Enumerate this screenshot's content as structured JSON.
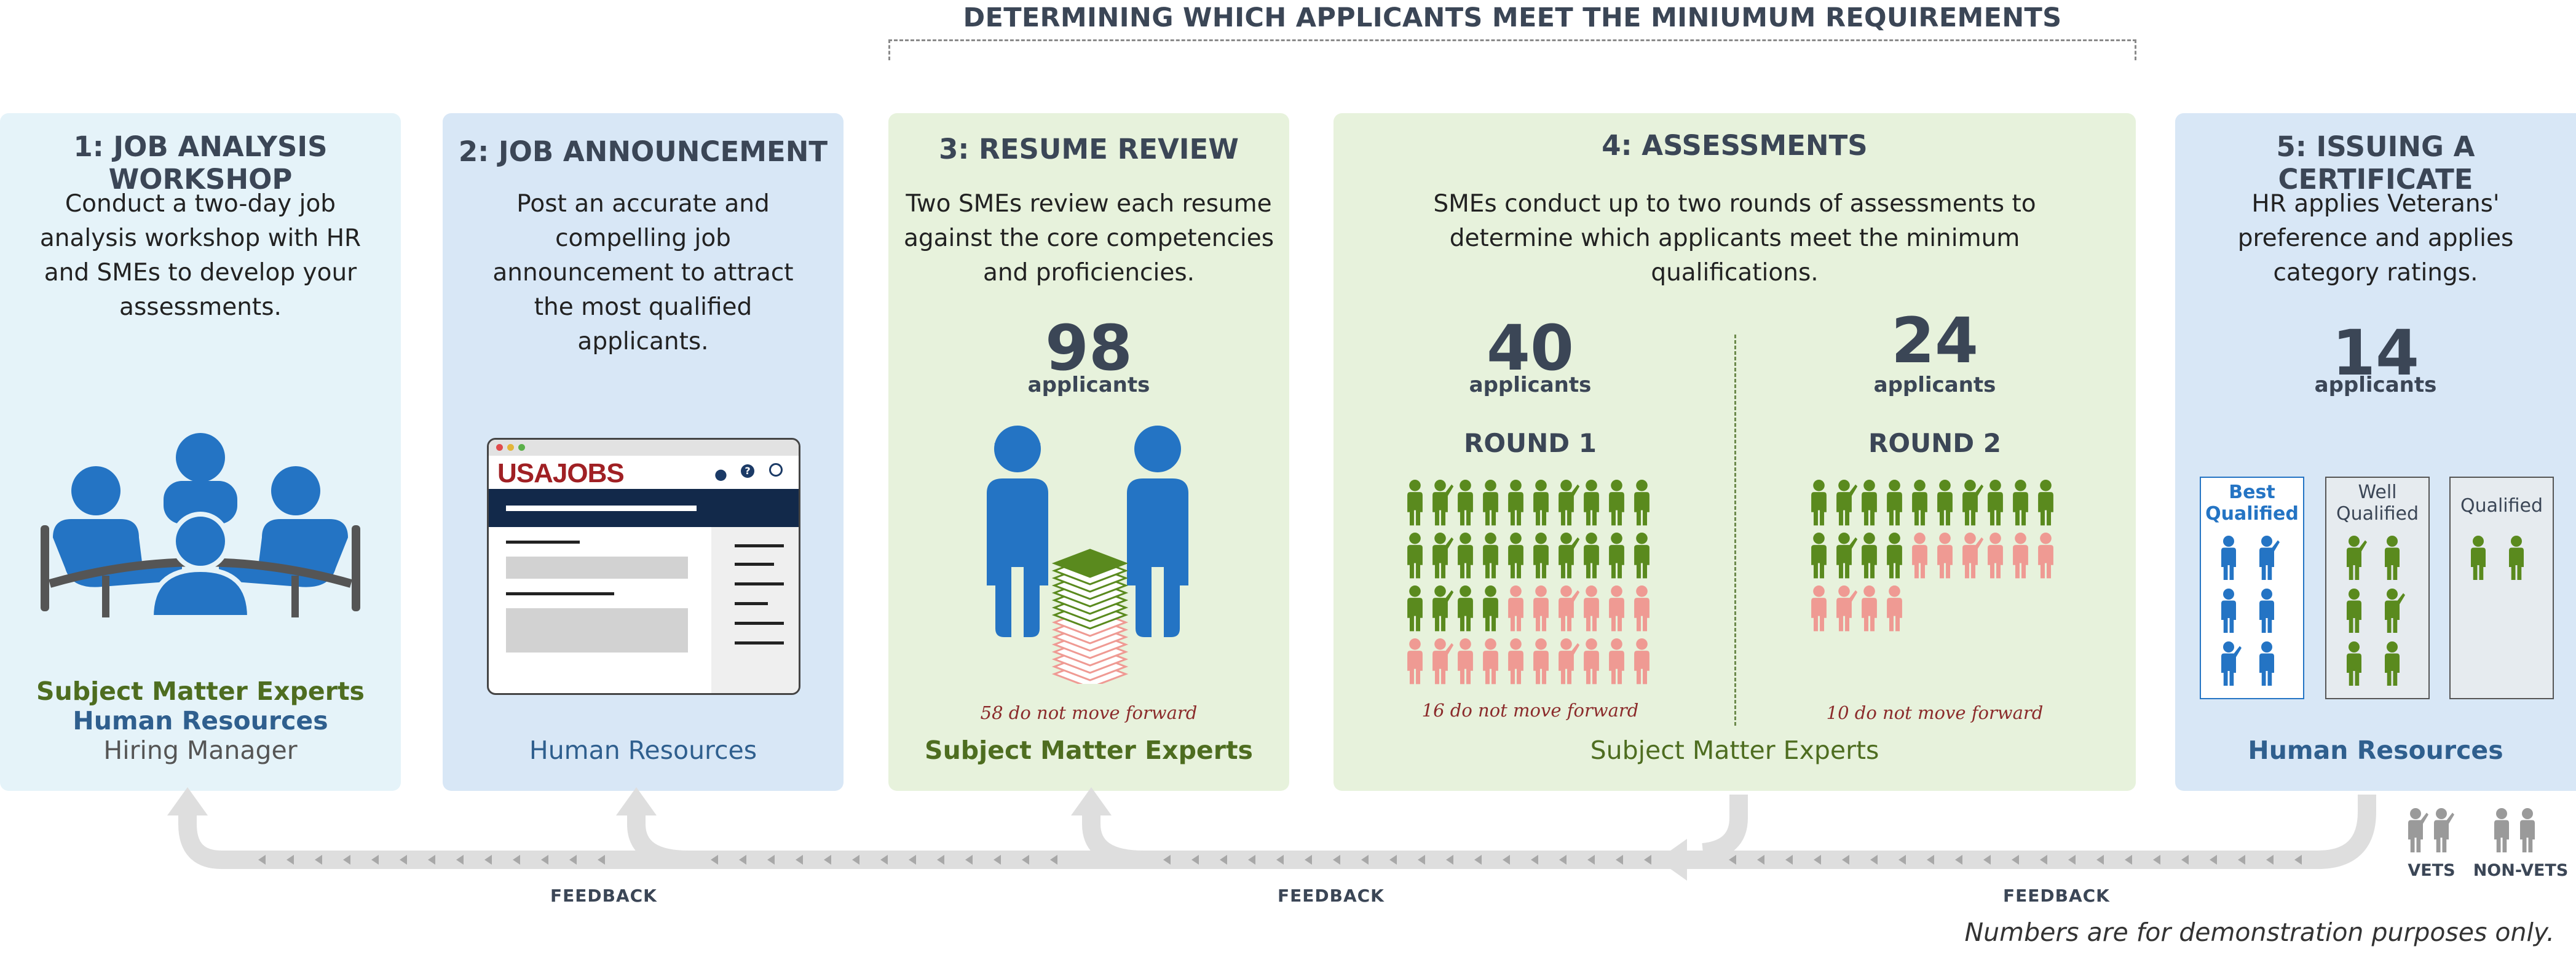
{
  "header": {
    "title": "DETERMINING WHICH APPLICANTS MEET THE MINIUMUM REQUIREMENTS"
  },
  "steps": [
    {
      "title": "1: JOB ANALYSIS WORKSHOP",
      "desc": [
        "Conduct a two-day job",
        "analysis workshop with HR",
        "and SMEs to develop your",
        "assessments."
      ],
      "roles": [
        "Subject Matter Experts",
        "Human Resources",
        "Hiring Manager"
      ]
    },
    {
      "title": "2: JOB ANNOUNCEMENT",
      "desc": [
        "Post an accurate and",
        "compelling job",
        "announcement to attract",
        "the most qualified",
        "applicants."
      ],
      "roles": [
        "Human Resources"
      ],
      "logo": "USAJOBS"
    },
    {
      "title": "3: RESUME REVIEW",
      "desc": [
        "Two SMEs review each resume",
        "against the core competencies",
        "and proficiencies."
      ],
      "count": "98",
      "count_label": "applicants",
      "not_forward": "58 do not move forward",
      "roles": [
        "Subject Matter Experts"
      ]
    },
    {
      "title": "4: ASSESSMENTS",
      "desc": [
        "SMEs conduct up to two rounds of assessments to",
        "determine which applicants meet the minimum",
        "qualifications."
      ],
      "roles": [
        "Subject Matter Experts"
      ],
      "rounds": [
        {
          "label": "ROUND 1",
          "count": "40",
          "count_label": "applicants",
          "not_forward": "16 do not move forward",
          "total": 40,
          "pass": 24
        },
        {
          "label": "ROUND 2",
          "count": "24",
          "count_label": "applicants",
          "not_forward": "10 do not move forward",
          "total": 24,
          "pass": 14
        }
      ]
    },
    {
      "title": "5: ISSUING A CERTIFICATE",
      "desc": [
        "HR applies Veterans'",
        "preference and applies",
        "category ratings."
      ],
      "count": "14",
      "count_label": "applicants",
      "roles": [
        "Human Resources"
      ],
      "categories": [
        {
          "label": [
            "Best",
            "Qualified"
          ],
          "count": 6
        },
        {
          "label": [
            "Well",
            "Qualified"
          ],
          "count": 6
        },
        {
          "label": [
            "Qualified"
          ],
          "count": 2
        }
      ]
    }
  ],
  "feedback": [
    "FEEDBACK",
    "FEEDBACK",
    "FEEDBACK"
  ],
  "legend": {
    "vets": "VETS",
    "nonvets": "NON-VETS"
  },
  "note": "Numbers are for demonstration purposes only.",
  "colors": {
    "blue": "#2474c4",
    "green": "#5a8a1e",
    "pink": "#ef9a93",
    "gray": "#9a9a9a",
    "navy": "#12294a",
    "red": "#a02024"
  }
}
